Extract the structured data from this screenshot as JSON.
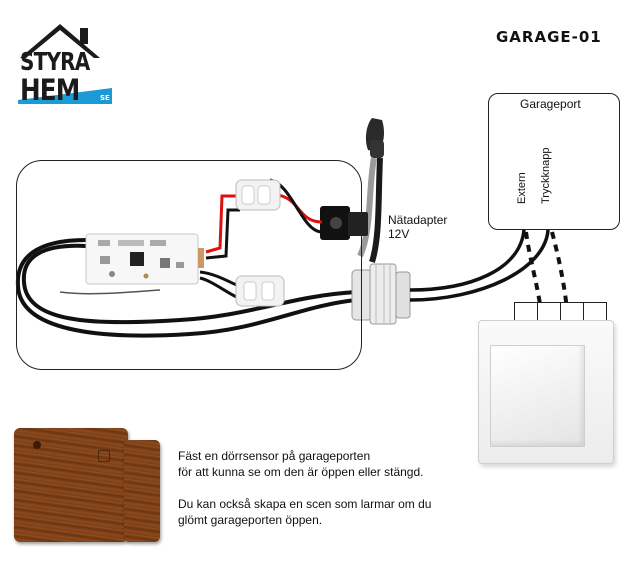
{
  "header": {
    "code": "GARAGE-01"
  },
  "logo": {
    "line1": "STYRA",
    "line2": "HEM",
    "suffix": "SE",
    "accent_color": "#1b9ad6"
  },
  "garage_controller": {
    "title": "Garageport",
    "terminal_labels": [
      "Extern",
      "Tryckknapp"
    ]
  },
  "adapter": {
    "label_line1": "Nätadapter",
    "label_line2": "12V"
  },
  "description": {
    "paragraph1_line1": "Fäst en dörrsensor på garageporten",
    "paragraph1_line2": "för att kunna se om den är öppen eller stängd.",
    "paragraph2_line1": "Du kan också skapa en scen som larmar om du",
    "paragraph2_line2": "glömt garageporten öppen."
  }
}
